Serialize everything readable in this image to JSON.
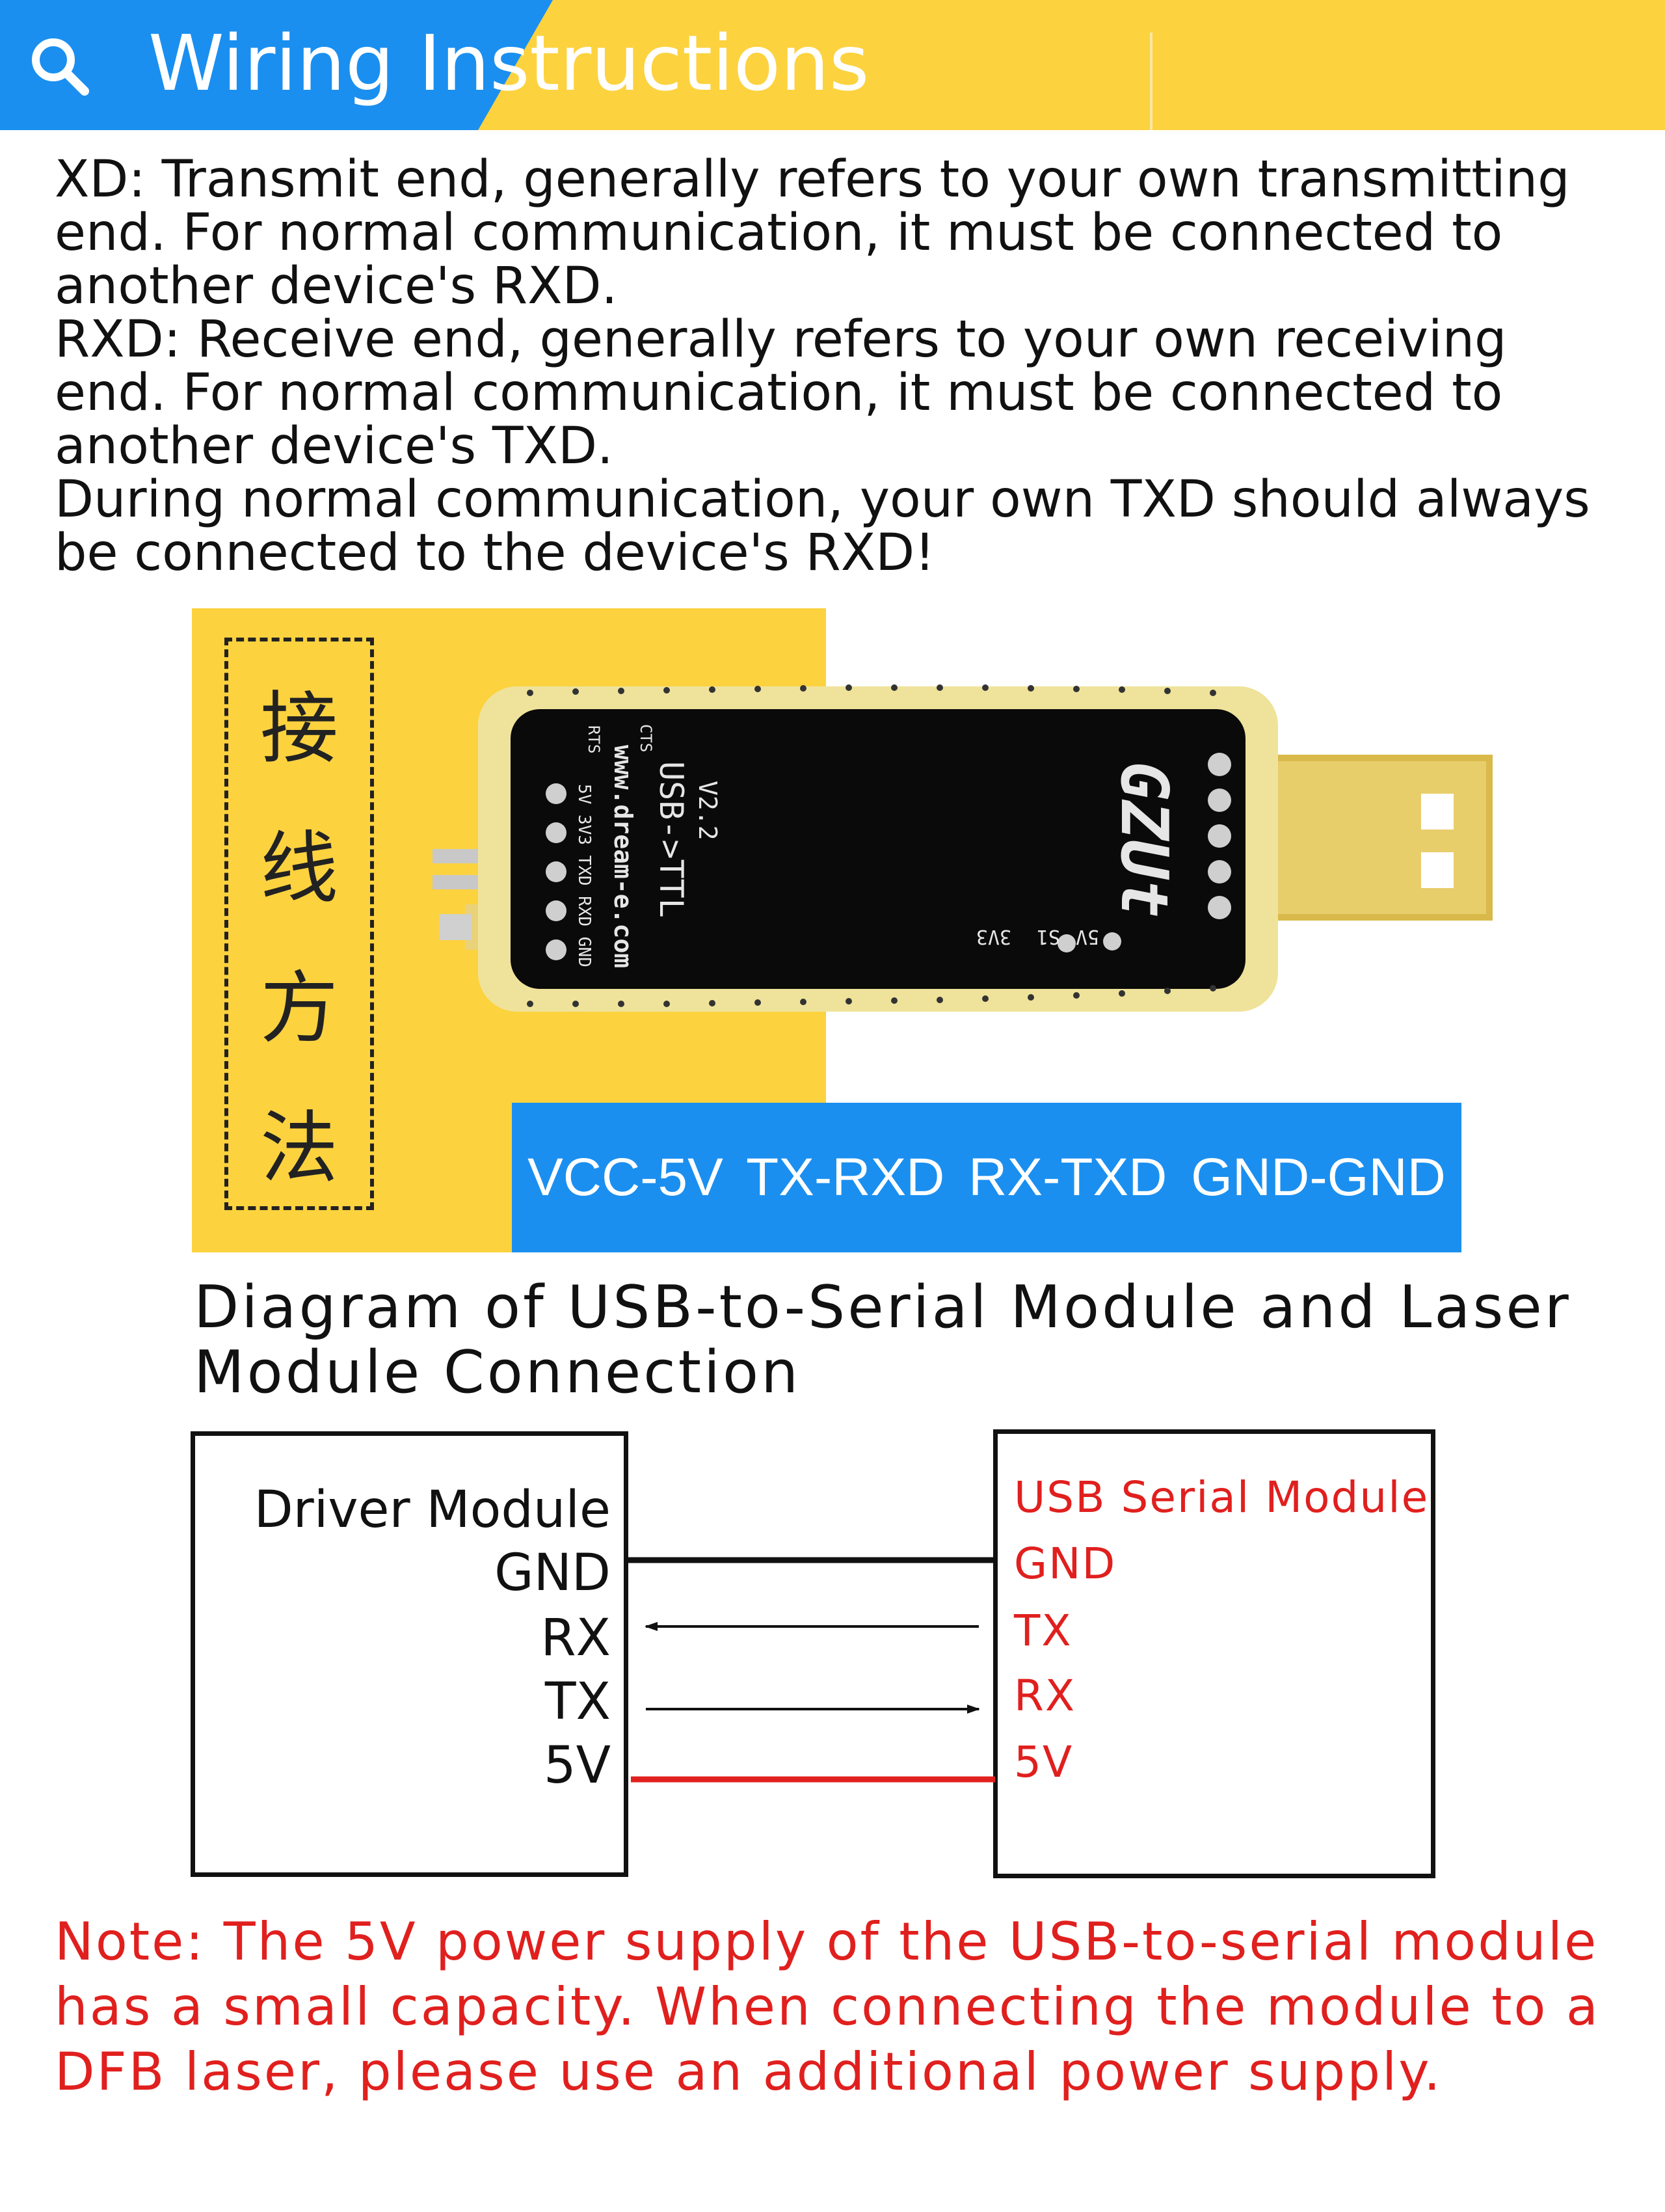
{
  "header": {
    "title": "Wiring Instructions",
    "icon": "search-icon",
    "colors": {
      "blue": "#1a8ff0",
      "yellow": "#fcd23f"
    }
  },
  "instructions": {
    "txd": "XD: Transmit end, generally refers to your own transmitting end. For normal communication, it must be connected to another device's RXD.",
    "rxd": "RXD: Receive end, generally refers to your own receiving end. For normal communication, it must be connected to another device's TXD.",
    "rule": "During normal communication, your own TXD should always be connected to the device's RXD!"
  },
  "photo": {
    "vertical_label": [
      "接",
      "线",
      "方",
      "法"
    ],
    "wiring_summary": "VCC-5V  TX-RXD  RX-TXD  GND-GND",
    "board": {
      "brand": "GZUt",
      "model": "USB->TTL",
      "version": "V2.2",
      "website": "www.dream-e.com",
      "pins": "5V 3V3 TXD RXD GND",
      "top_pins": [
        "RTS",
        "CTS"
      ],
      "jumper_labels": [
        "5V",
        "S1",
        "3V3"
      ]
    }
  },
  "diagram": {
    "title": "Diagram of USB-to-Serial Module and Laser Module Connection",
    "driver_module": {
      "title": "Driver Module",
      "pins": [
        "GND",
        "RX",
        "TX",
        "5V"
      ]
    },
    "usb_module": {
      "title": "USB Serial Module",
      "pins": [
        "GND",
        "TX",
        "RX",
        "5V"
      ]
    },
    "colors": {
      "power_line": "#e0201e",
      "usb_text": "#e0201e"
    }
  },
  "note": "Note: The 5V power supply of the USB-to-serial module has a small capacity. When connecting the module to a DFB laser, please use an additional power supply."
}
